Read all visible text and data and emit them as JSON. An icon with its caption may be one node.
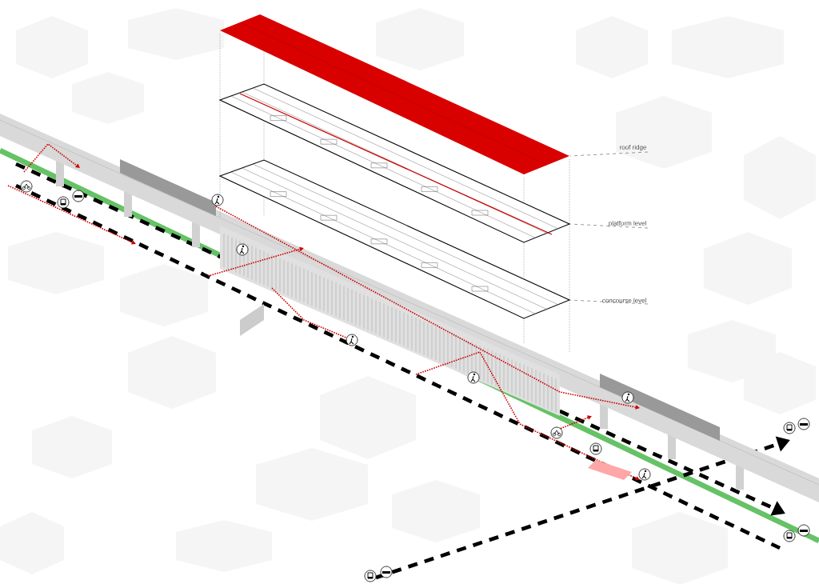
{
  "diagram": {
    "nodes": [
      {
        "text": [
          "roof ridge"
        ]
      },
      {
        "text": [
          "platform level"
        ]
      },
      {
        "text": [
          "concourse level"
        ]
      },
      {
        "text": [],
        "shape": "picture"
      },
      {
        "text": [],
        "shape": "picture"
      },
      {
        "text": [],
        "shape": "picture"
      }
    ],
    "edges": [
      {
        "from": 0,
        "to": 3,
        "arrow": "none",
        "style": "dashed"
      },
      {
        "from": 1,
        "to": 4,
        "arrow": "none",
        "style": "dashed"
      },
      {
        "from": 2,
        "to": 5,
        "arrow": "none",
        "style": "dashed"
      }
    ]
  }
}
